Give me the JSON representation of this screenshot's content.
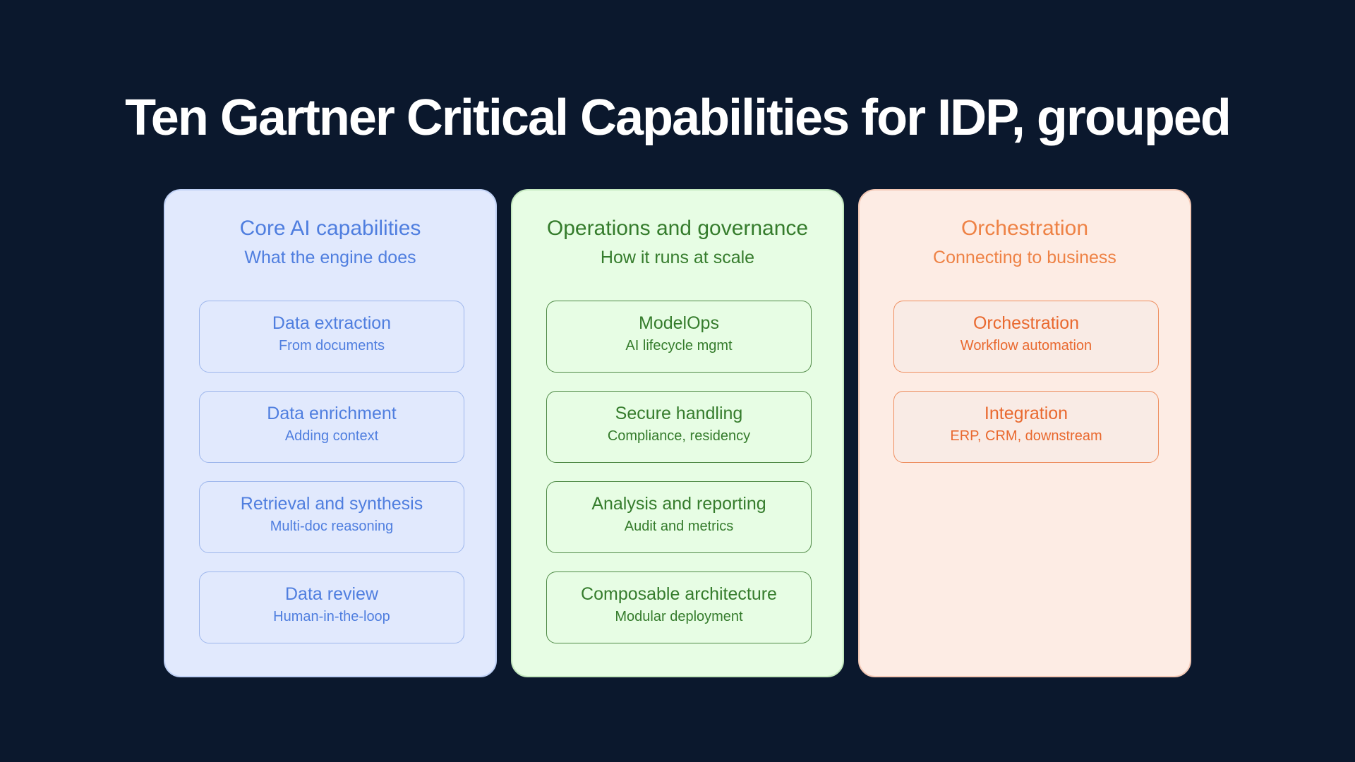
{
  "title": "Ten Gartner Critical Capabilities for IDP, grouped",
  "colors": {
    "background": "#0b182d",
    "blue": "#4f7edf",
    "green": "#357c2c",
    "orange": "#e9692f"
  },
  "columns": [
    {
      "title": "Core AI capabilities",
      "subtitle": "What the engine does",
      "cards": [
        {
          "title": "Data extraction",
          "subtitle": "From documents"
        },
        {
          "title": "Data enrichment",
          "subtitle": "Adding context"
        },
        {
          "title": "Retrieval and synthesis",
          "subtitle": "Multi-doc reasoning"
        },
        {
          "title": "Data review",
          "subtitle": "Human-in-the-loop"
        }
      ]
    },
    {
      "title": "Operations and governance",
      "subtitle": "How it runs at scale",
      "cards": [
        {
          "title": "ModelOps",
          "subtitle": "AI lifecycle mgmt"
        },
        {
          "title": "Secure handling",
          "subtitle": "Compliance, residency"
        },
        {
          "title": "Analysis and reporting",
          "subtitle": "Audit and metrics"
        },
        {
          "title": "Composable architecture",
          "subtitle": "Modular deployment"
        }
      ]
    },
    {
      "title": "Orchestration",
      "subtitle": "Connecting to business",
      "cards": [
        {
          "title": "Orchestration",
          "subtitle": "Workflow automation"
        },
        {
          "title": "Integration",
          "subtitle": "ERP, CRM, downstream"
        }
      ]
    }
  ]
}
